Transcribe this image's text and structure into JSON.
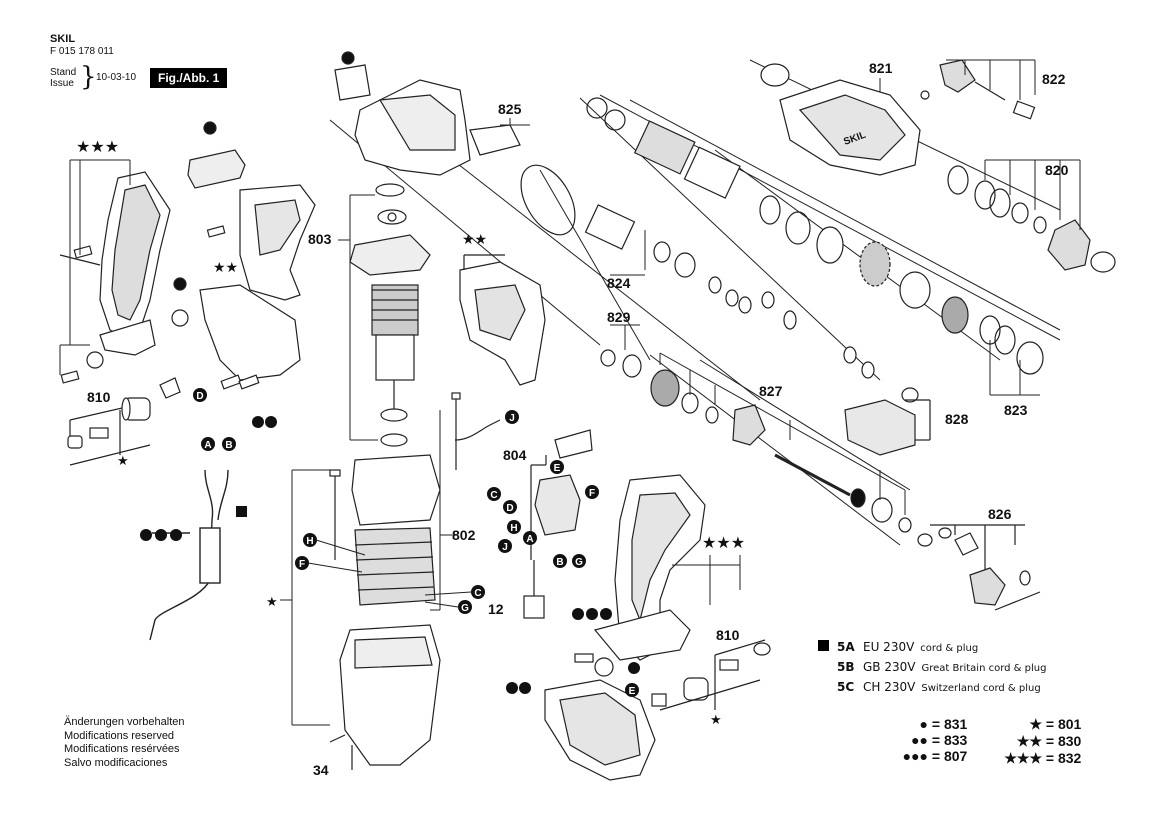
{
  "header": {
    "brand": "SKIL",
    "part_number": "F 015 178 011",
    "stand_label": "Stand",
    "issue_label": "Issue",
    "date": "10-03-10",
    "figure_label": "Fig./Abb. 1"
  },
  "notes": [
    "Änderungen vorbehalten",
    "Modifications reserved",
    "Modifications resérvées",
    "Salvo modificaciones"
  ],
  "callouts": {
    "c821": "821",
    "c822": "822",
    "c825": "825",
    "c820": "820",
    "c803": "803",
    "c824": "824",
    "c829": "829",
    "c827": "827",
    "c828": "828",
    "c823": "823",
    "c810a": "810",
    "c804": "804",
    "c802": "802",
    "c826": "826",
    "c12": "12",
    "c810b": "810",
    "c34": "34"
  },
  "letters": {
    "A": "A",
    "B": "B",
    "C": "C",
    "D": "D",
    "E": "E",
    "F": "F",
    "G": "G",
    "H": "H",
    "J": "J"
  },
  "cords": [
    {
      "code": "5A",
      "voltage": "EU 230V",
      "desc": "cord & plug"
    },
    {
      "code": "5B",
      "voltage": "GB 230V",
      "desc": "Great Britain cord & plug"
    },
    {
      "code": "5C",
      "voltage": "CH 230V",
      "desc": "Switzerland cord & plug"
    }
  ],
  "legend": {
    "circles": [
      {
        "symbol": "●",
        "value": "= 831"
      },
      {
        "symbol": "●●",
        "value": "= 833"
      },
      {
        "symbol": "●●●",
        "value": "= 807"
      }
    ],
    "stars": [
      {
        "symbol": "★",
        "value": "= 801"
      },
      {
        "symbol": "★★",
        "value": "= 830"
      },
      {
        "symbol": "★★★",
        "value": "= 832"
      }
    ]
  }
}
